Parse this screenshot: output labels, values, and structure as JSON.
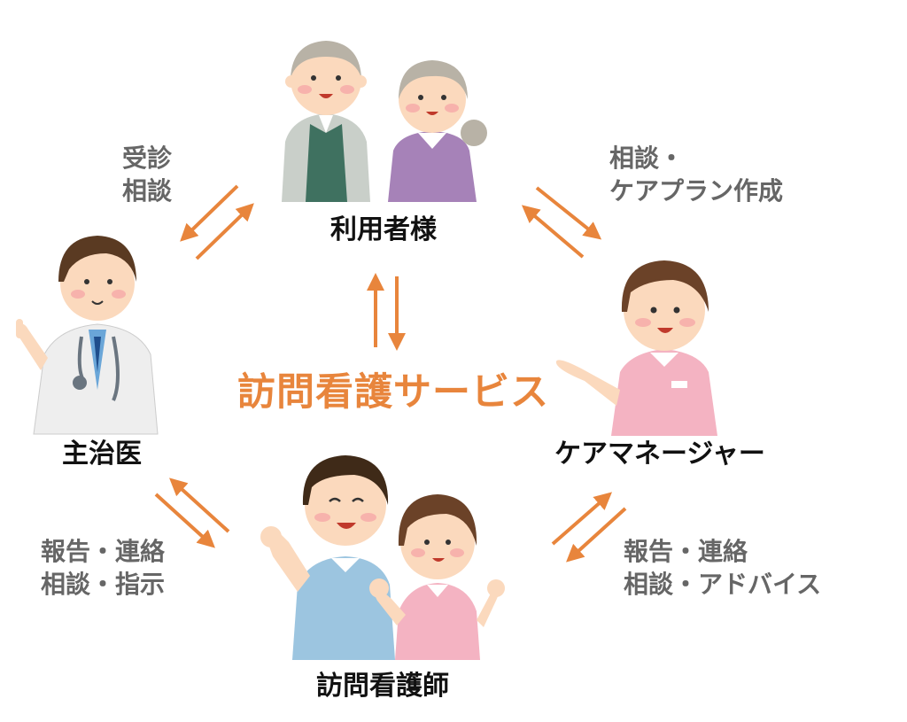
{
  "colors": {
    "accent": "#e8853c",
    "label_gray": "#666666",
    "label_dark": "#111111"
  },
  "center_title": "訪問看護サービス",
  "roles": {
    "user": "利用者様",
    "doctor": "主治医",
    "care_manager": "ケアマネージャー",
    "nurse": "訪問看護師"
  },
  "flows": {
    "user_doctor": [
      "受診",
      "相談"
    ],
    "user_care_manager": [
      "相談・",
      "ケアプラン作成"
    ],
    "doctor_nurse": [
      "報告・連絡",
      "相談・指示"
    ],
    "nurse_care_manager": [
      "報告・連絡",
      "相談・アドバイス"
    ]
  },
  "icons": [
    "elderly-man-icon",
    "elderly-woman-icon",
    "doctor-icon",
    "care-manager-icon",
    "male-nurse-icon",
    "female-nurse-icon"
  ]
}
